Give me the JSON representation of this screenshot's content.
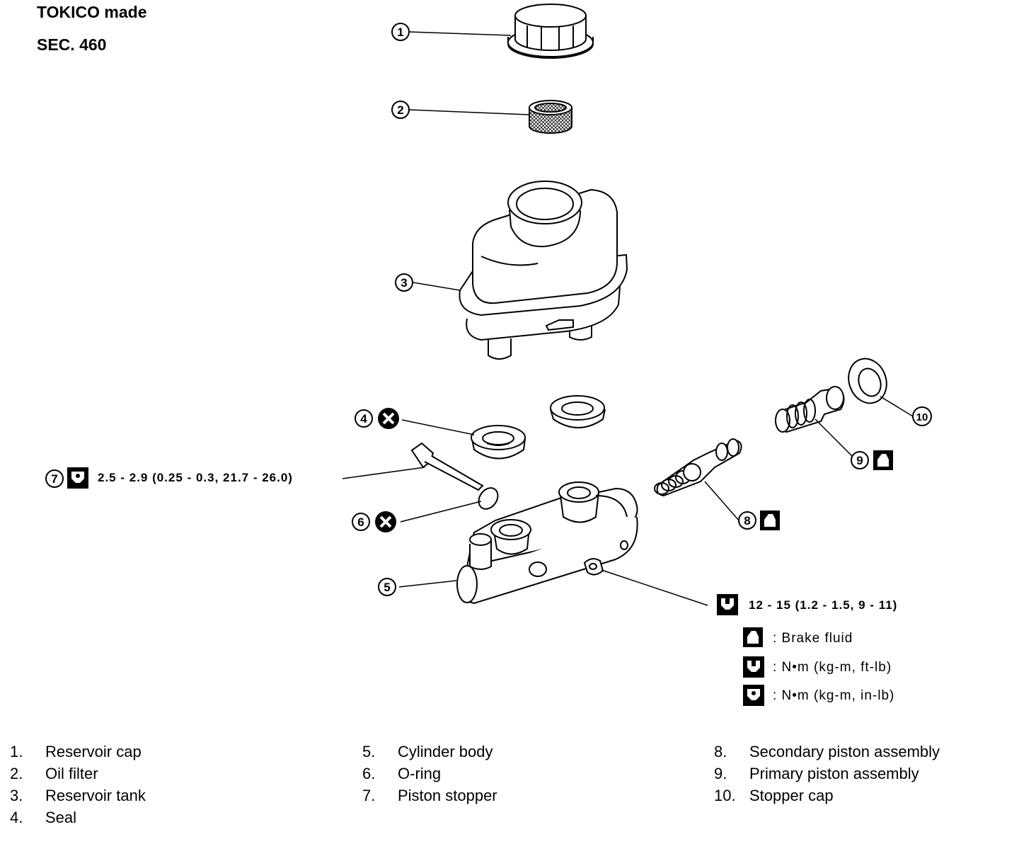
{
  "header": {
    "title": "TOKICO made",
    "section": "SEC. 460"
  },
  "callouts": [
    "1",
    "2",
    "3",
    "4",
    "5",
    "6",
    "7",
    "8",
    "9",
    "10"
  ],
  "torque_specs": {
    "piston_stopper": "2.5 - 2.9 (0.25 - 0.3, 21.7 - 26.0)",
    "nut": "12 - 15 (1.2 - 1.5, 9 - 11)"
  },
  "legend": {
    "brake_fluid": ": Brake fluid",
    "torque_ft_lb": ": N•m (kg-m, ft-lb)",
    "torque_in_lb": ": N•m (kg-m, in-lb)"
  },
  "parts_list": [
    {
      "num": "1.",
      "name": "Reservoir cap"
    },
    {
      "num": "2.",
      "name": "Oil filter"
    },
    {
      "num": "3.",
      "name": "Reservoir tank"
    },
    {
      "num": "4.",
      "name": "Seal"
    },
    {
      "num": "5.",
      "name": "Cylinder body"
    },
    {
      "num": "6.",
      "name": "O-ring"
    },
    {
      "num": "7.",
      "name": "Piston stopper"
    },
    {
      "num": "8.",
      "name": "Secondary piston assembly"
    },
    {
      "num": "9.",
      "name": "Primary piston assembly"
    },
    {
      "num": "10.",
      "name": "Stopper cap"
    }
  ],
  "icons": [
    "circle-x-icon",
    "torque-wrench-ft-lb-icon",
    "torque-wrench-in-lb-icon",
    "brake-fluid-icon"
  ]
}
